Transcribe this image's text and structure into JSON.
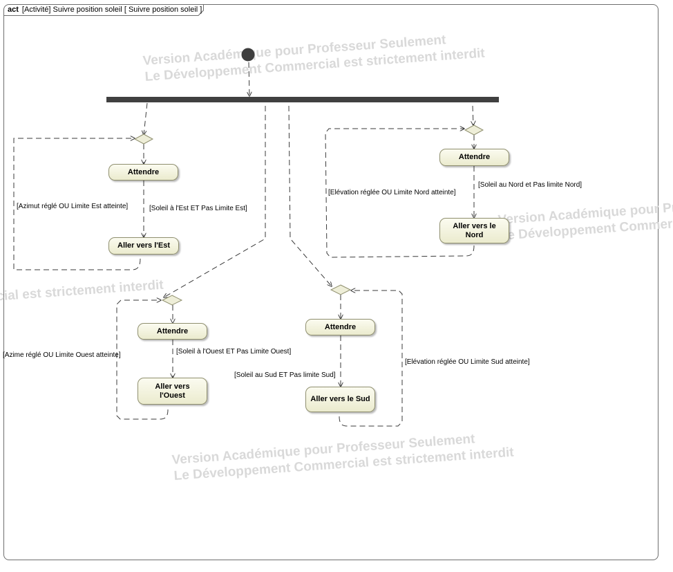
{
  "frame": {
    "keyword": "act",
    "label": "[Activité]  Suivre position soleil  [ Suivre position soleil  ]"
  },
  "watermark": {
    "line1": "Version Académique pour Professeur Seulement",
    "line2": "Le Développement Commercial est strictement interdit"
  },
  "actions": {
    "est_wait": "Attendre",
    "est_move": "Aller vers l'Est",
    "ouest_wait": "Attendre",
    "ouest_move": "Aller vers l'Ouest",
    "sud_wait": "Attendre",
    "sud_move": "Aller vers le Sud",
    "nord_wait": "Attendre",
    "nord_move": "Aller vers le Nord"
  },
  "guards": {
    "est_continue": "[Soleil à l'Est ET Pas Limite Est]",
    "est_exit": "[Azimut réglé OU Limite Est atteinte]",
    "ouest_continue": "[Soleil à l'Ouest ET Pas Limite Ouest]",
    "ouest_exit": "[Azime réglé OU Limite Ouest atteinte]",
    "sud_continue": "[Soleil au Sud ET Pas limite Sud]",
    "sud_exit": "[Elévation réglée OU Limite Sud atteinte]",
    "nord_continue": "[Soleil au Nord et Pas limite Nord]",
    "nord_exit": "[Elévation réglée OU Limite Nord atteinte]"
  },
  "colors": {
    "fork_bar": "#404040",
    "node_fill": "#ecebd0",
    "node_border": "#8f8f6e",
    "edge": "#3a3a3a",
    "watermark": "#d9d9d9"
  }
}
